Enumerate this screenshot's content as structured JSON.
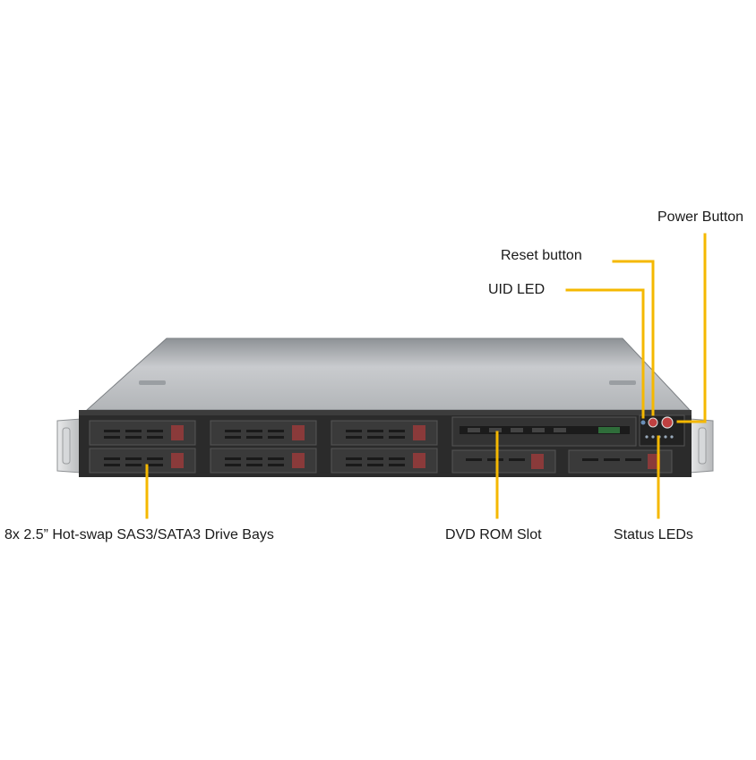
{
  "callouts": {
    "power_button": "Power Button",
    "reset_button": "Reset button",
    "uid_led": "UID LED",
    "drive_bays": "8x 2.5” Hot-swap SAS3/SATA3 Drive Bays",
    "dvd_rom": "DVD ROM Slot",
    "status_leds": "Status LEDs"
  },
  "colors": {
    "leader_line": "#f5b800",
    "chassis_top": "#b9bcbf",
    "front_panel": "#2b2b2b",
    "drive_latch": "#8a3a3a",
    "button_red": "#c04040"
  },
  "components": {
    "drive_bay_count": 8,
    "icons": [
      "power-button-icon",
      "reset-button-icon",
      "uid-led-icon",
      "status-led-icon"
    ]
  }
}
